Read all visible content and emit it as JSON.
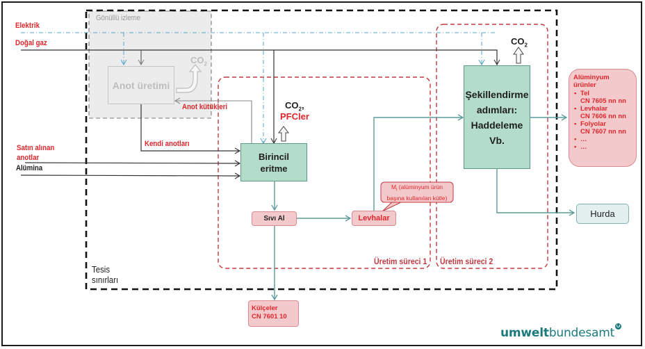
{
  "diagram": {
    "boundaries": {
      "facility": "Tesis\nsınırları",
      "facility_line1": "Tesis",
      "facility_line2": "sınırları",
      "voluntary_monitoring": "Gönüllü izleme",
      "process1": "Üretim süreci 1",
      "process2": "Üretim süreci 2"
    },
    "inputs": {
      "electricity": "Elektrik",
      "natural_gas": "Doğal gaz",
      "purchased_anodes_line1": "Satın alınan",
      "purchased_anodes_line2": "anotlar",
      "alumina": "Alümina",
      "own_anodes": "Kendi anotları",
      "anode_butts": "Anot kütükleri"
    },
    "nodes": {
      "anode_production": "Anot üretimi",
      "primary_smelting_line1": "Birincil",
      "primary_smelting_line2": "eritme",
      "forming_line1": "Şekillendirme",
      "forming_line2": "adımları:",
      "forming_line3": "Haddeleme",
      "forming_line4": "Vb.",
      "liquid_al": "Sıvı Al",
      "slabs": "Levhalar",
      "scrap": "Hurda",
      "ingots_line1": "Külçeler",
      "ingots_line2": "CN 7601 10"
    },
    "emissions": {
      "co2_anode": "CO",
      "co2_sub": "2",
      "co2_smelting": "CO",
      "co2_smelting_suffix": ",",
      "pfc": "PFCler",
      "co2_forming": "CO"
    },
    "callout": {
      "line1_prefix": "M",
      "line1_sub": "i",
      "line1_rest": " (alüminyum ürün",
      "line2": "başına kullanılan kütle)"
    },
    "products": {
      "title": "Alüminyum ürünler",
      "items": [
        {
          "name": "Tel",
          "code": "CN 7605 nn nn"
        },
        {
          "name": "Levhalar",
          "code": "CN 7606 nn nn"
        },
        {
          "name": "Folyolar",
          "code": "CN 7607 nn nn"
        },
        {
          "name": "…",
          "code": ""
        },
        {
          "name": "…",
          "code": ""
        }
      ]
    },
    "logo": {
      "bold": "umwelt",
      "regular": "bundesamt"
    },
    "colors": {
      "red_label": "#e1262b",
      "process_fill": "#b4dccb",
      "process_border": "#5c9a86",
      "teal_flow": "#5a9a9a",
      "electric_flow": "#5aa6c8",
      "pink_fill": "#f4c9cc",
      "grey_zone": "#ececec",
      "logo": "#1b7a7c"
    }
  }
}
